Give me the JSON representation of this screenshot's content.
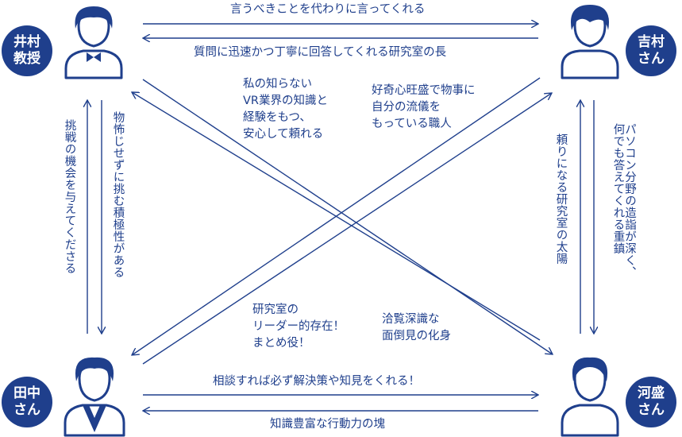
{
  "colors": {
    "primary": "#1f3f8c",
    "background": "#ffffff"
  },
  "people": {
    "inomura": {
      "name": "井村\n教授",
      "icon": "professor-avatar-icon"
    },
    "yoshimura": {
      "name": "吉村\nさん",
      "icon": "member-avatar-icon"
    },
    "tanaka": {
      "name": "田中\nさん",
      "icon": "suit-avatar-icon"
    },
    "kawamori": {
      "name": "河盛\nさん",
      "icon": "member-avatar-icon"
    }
  },
  "relations": {
    "inomura_to_yoshimura": "言うべきことを代わりに言ってくれる",
    "yoshimura_to_inomura": "質問に迅速かつ丁寧に回答してくれる研究室の長",
    "tanaka_to_kawamori": "相談すれば必ず解決策や知見をくれる！",
    "kawamori_to_tanaka": "知識豊富な行動力の塊",
    "inomura_to_tanaka": "挑戦の機会を与えてくださる",
    "tanaka_to_inomura": "物怖じせずに挑む積極性がある",
    "yoshimura_to_kawamori": "頼りになる研究室の太陽",
    "kawamori_to_yoshimura": "パソコン分野の造詣が深く、\n何でも答えてくれる重鎮",
    "kawamori_to_inomura": "私の知らない\nVR業界の知識と\n経験をもつ、\n安心して頼れる",
    "tanaka_to_yoshimura": "好奇心旺盛で物事に\n自分の流儀を\nもっている職人",
    "yoshimura_to_tanaka": "研究室の\nリーダー的存在！\nまとめ役！",
    "inomura_to_kawamori": "洽覧深識な\n面倒見の化身"
  }
}
